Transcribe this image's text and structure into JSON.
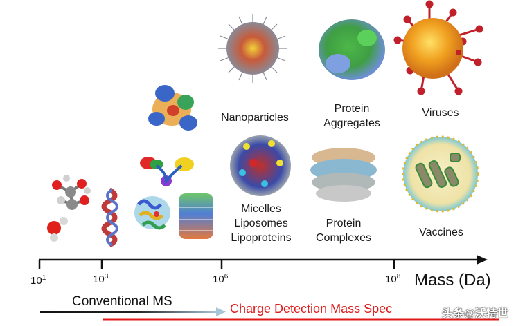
{
  "categories": {
    "nanoparticles": "Nanoparticles",
    "protein_aggregates_line1": "Protein",
    "protein_aggregates_line2": "Aggregates",
    "viruses": "Viruses",
    "micelles_line1": "Micelles",
    "micelles_line2": "Liposomes",
    "micelles_line3": "Lipoproteins",
    "protein_complexes_line1": "Protein",
    "protein_complexes_line2": "Complexes",
    "vaccines": "Vaccines"
  },
  "axis": {
    "title": "Mass (Da)",
    "ticks": [
      {
        "base": "10",
        "exp": "1"
      },
      {
        "base": "10",
        "exp": "3"
      },
      {
        "base": "10",
        "exp": "6"
      },
      {
        "base": "10",
        "exp": "8"
      }
    ]
  },
  "ranges": {
    "conventional": "Conventional MS",
    "cdms": "Charge Detection Mass Spec"
  },
  "watermark": "头条@沃特世",
  "colors": {
    "axis": "#111111",
    "cdms_red": "#e01818",
    "conventional_dark": "#111111",
    "conventional_fade": "#a9c6d6"
  },
  "icons": [
    "small-molecule-icon",
    "water-molecule-icon",
    "peptide-helix-icon",
    "trimer-protein-icon",
    "multidomain-protein-icon",
    "globular-protein-icon",
    "barrel-complex-icon",
    "nanoparticle-icon",
    "protein-aggregate-icon",
    "virus-icon",
    "micelle-icon",
    "protein-complex-icon",
    "vaccine-icon"
  ]
}
